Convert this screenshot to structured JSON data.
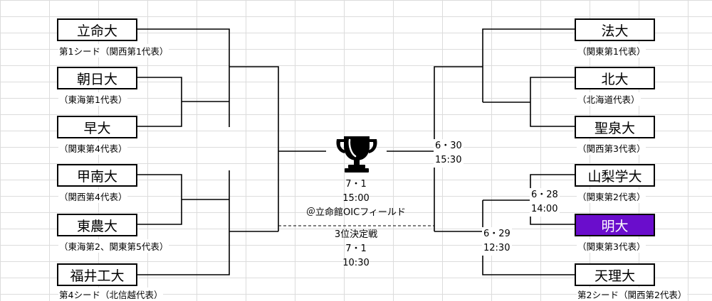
{
  "left": [
    {
      "name": "立命大",
      "note": "第1シード（関西第1代表）"
    },
    {
      "name": "朝日大",
      "note": "（東海第1代表）"
    },
    {
      "name": "早大",
      "note": "（関東第4代表）"
    },
    {
      "name": "甲南大",
      "note": "（関西第4代表）"
    },
    {
      "name": "東農大",
      "note": "（東海第2、関東第5代表）"
    },
    {
      "name": "福井工大",
      "note": "第4シード（北信越代表）"
    }
  ],
  "right": [
    {
      "name": "法大",
      "note": "（関東第1代表）"
    },
    {
      "name": "北大",
      "note": "（北海道代表）"
    },
    {
      "name": "聖泉大",
      "note": "（関西第3代表）"
    },
    {
      "name": "山梨学大",
      "note": "（関東第2代表）"
    },
    {
      "name": "明大",
      "note": "（関東第3代表）"
    },
    {
      "name": "天理大",
      "note": "第2シード（関西第2代表）"
    }
  ],
  "schedule": {
    "r1": {
      "date": "6・28",
      "time": "14:00"
    },
    "r2": {
      "date": "6・29",
      "time": "12:30"
    },
    "semi": {
      "date": "6・30",
      "time": "15:30"
    }
  },
  "final": {
    "date": "7・1",
    "time": "15:00",
    "venue": "＠立命館OICフィールド"
  },
  "third": {
    "title": "3位決定戦",
    "date": "7・1",
    "time": "10:30"
  },
  "colors": {
    "highlight": "#6a0dcc"
  }
}
